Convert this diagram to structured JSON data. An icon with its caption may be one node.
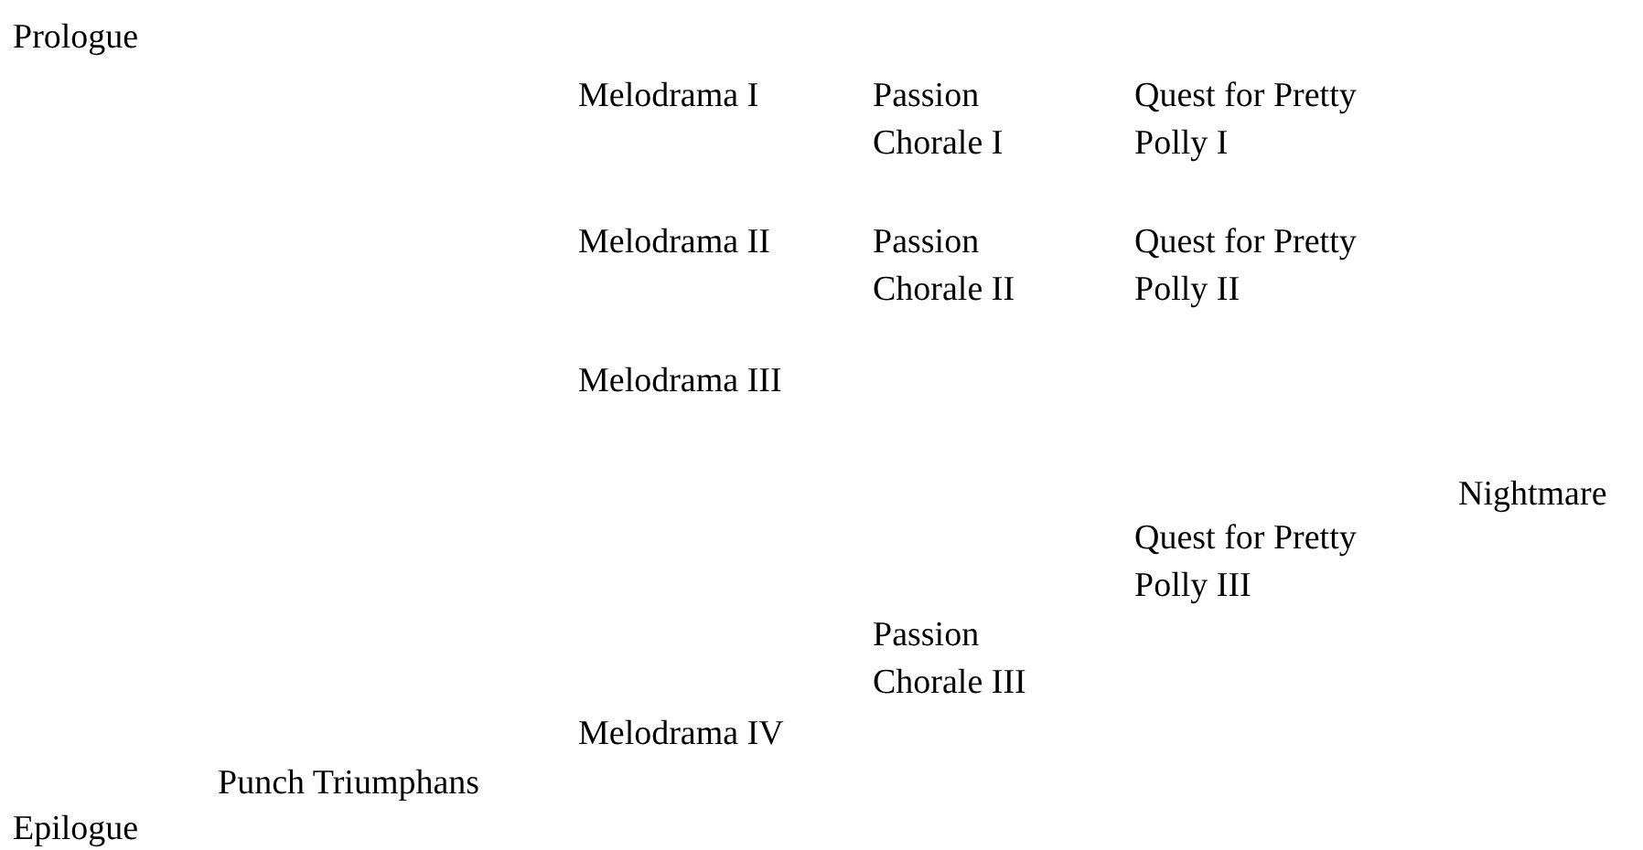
{
  "diagram": {
    "labels": [
      "Prologue",
      "Melodrama I",
      "Passion Chorale I",
      "Quest for Pretty Polly I",
      "Melodrama II",
      "Passion Chorale II",
      "Quest for Pretty Polly II",
      "Melodrama III",
      "Nightmare",
      "Quest for Pretty Polly III",
      "Passion Chorale III",
      "Melodrama IV",
      "Punch Triumphans",
      "Epilogue"
    ]
  }
}
